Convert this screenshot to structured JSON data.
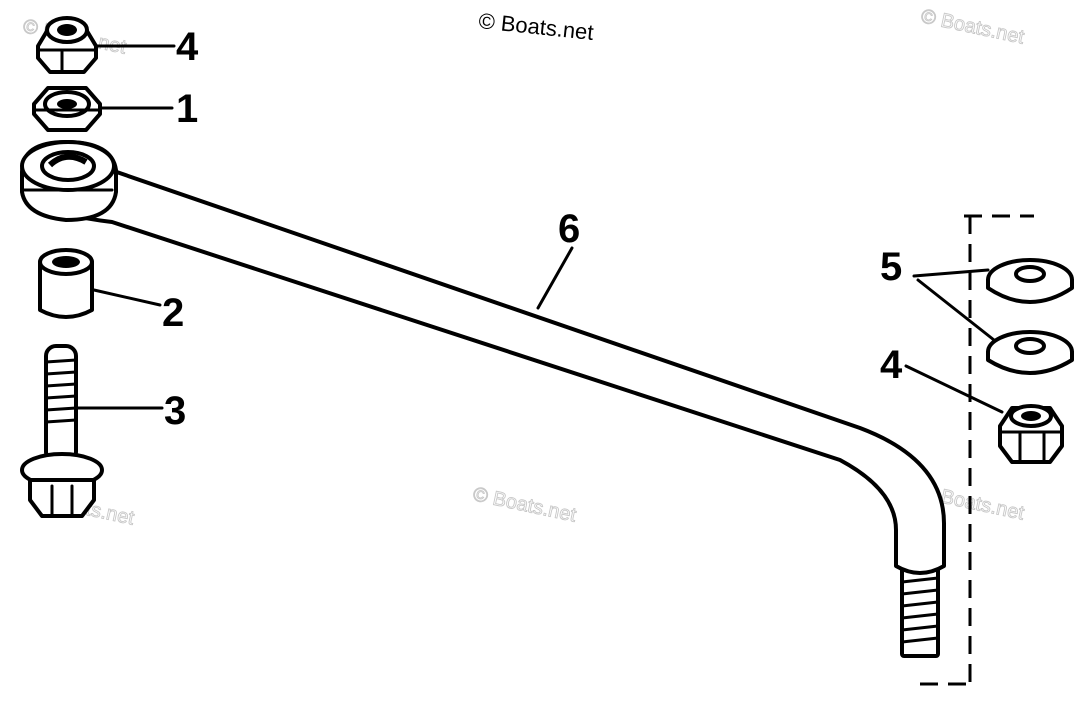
{
  "copyright": "© Boats.net",
  "watermark": "© Boats.net",
  "callouts": {
    "nut_top": "4",
    "nut_plain": "1",
    "spacer": "2",
    "bolt": "3",
    "tie_rod": "6",
    "washers": "5",
    "nut_right": "4"
  }
}
